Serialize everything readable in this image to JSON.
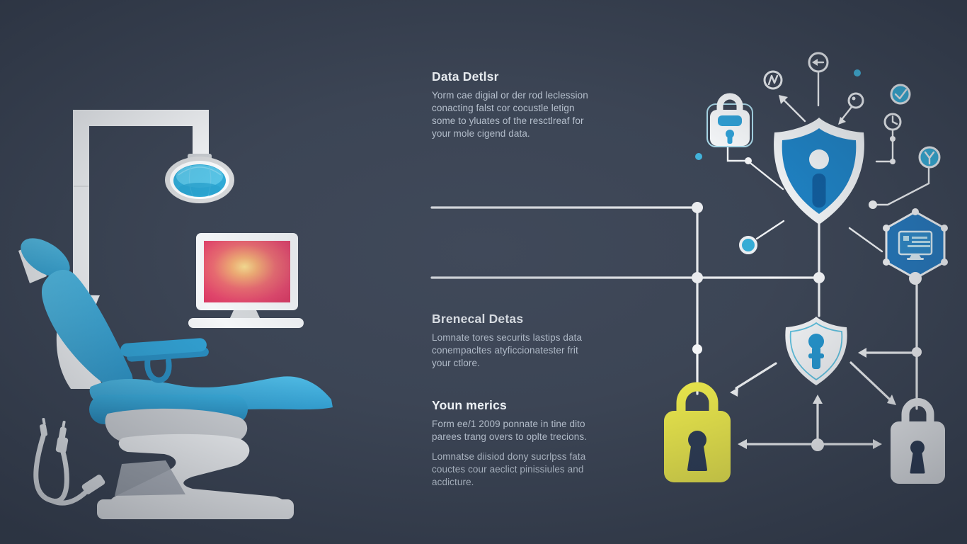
{
  "meta": {
    "description": "Dental practice data security infographic"
  },
  "colors": {
    "background": "#3c4555",
    "line": "#f1f3f5",
    "accent_cyan": "#36aed8",
    "shield_blue": "#1f83c5",
    "hexagon_blue": "#2679bd",
    "padlock_yellow": "#ece94c",
    "keyhole_navy": "#2d3c55",
    "chair_blue": "#3cacda",
    "screen_pink": "#e0406a",
    "screen_glow": "#f8dd90",
    "heading_text": "#eef2f6",
    "body_text": "#b9c3d0"
  },
  "sections": [
    {
      "heading": "Data Detlsr",
      "body": [
        "Yorm cae digial or der rod leclession",
        "conacting falst cor cocustle letign",
        "some to yluates of the resctlreaf for",
        "your mole cigend data."
      ]
    },
    {
      "heading": "Brenecal Detas",
      "body": [
        "Lomnate tores securits lastips data",
        "conempacltes atyficcionatester frit",
        "your ctlore."
      ]
    },
    {
      "heading": "Youn merics",
      "body": [
        "Form ee/1 2009 ponnate in tine dito",
        "parees trang overs to oplte trecions."
      ],
      "body2": [
        "Lomnatse diisiod dony sucrlpss fata",
        "couctes cour aeclict pinissiules and",
        "acdicture."
      ]
    }
  ],
  "icons": [
    "dental-lamp",
    "monitor",
    "dental-chair",
    "handpiece-cable",
    "padlock-badge-icon",
    "signal-circle-icon",
    "back-arrow-circle-icon",
    "record-circle-icon",
    "check-circle-icon",
    "clock-circle-icon",
    "share-circle-icon",
    "alert-shield-icon",
    "keyhole-shield-icon",
    "hexagon-monitor-icon",
    "yellow-padlock-icon",
    "white-padlock-icon"
  ]
}
